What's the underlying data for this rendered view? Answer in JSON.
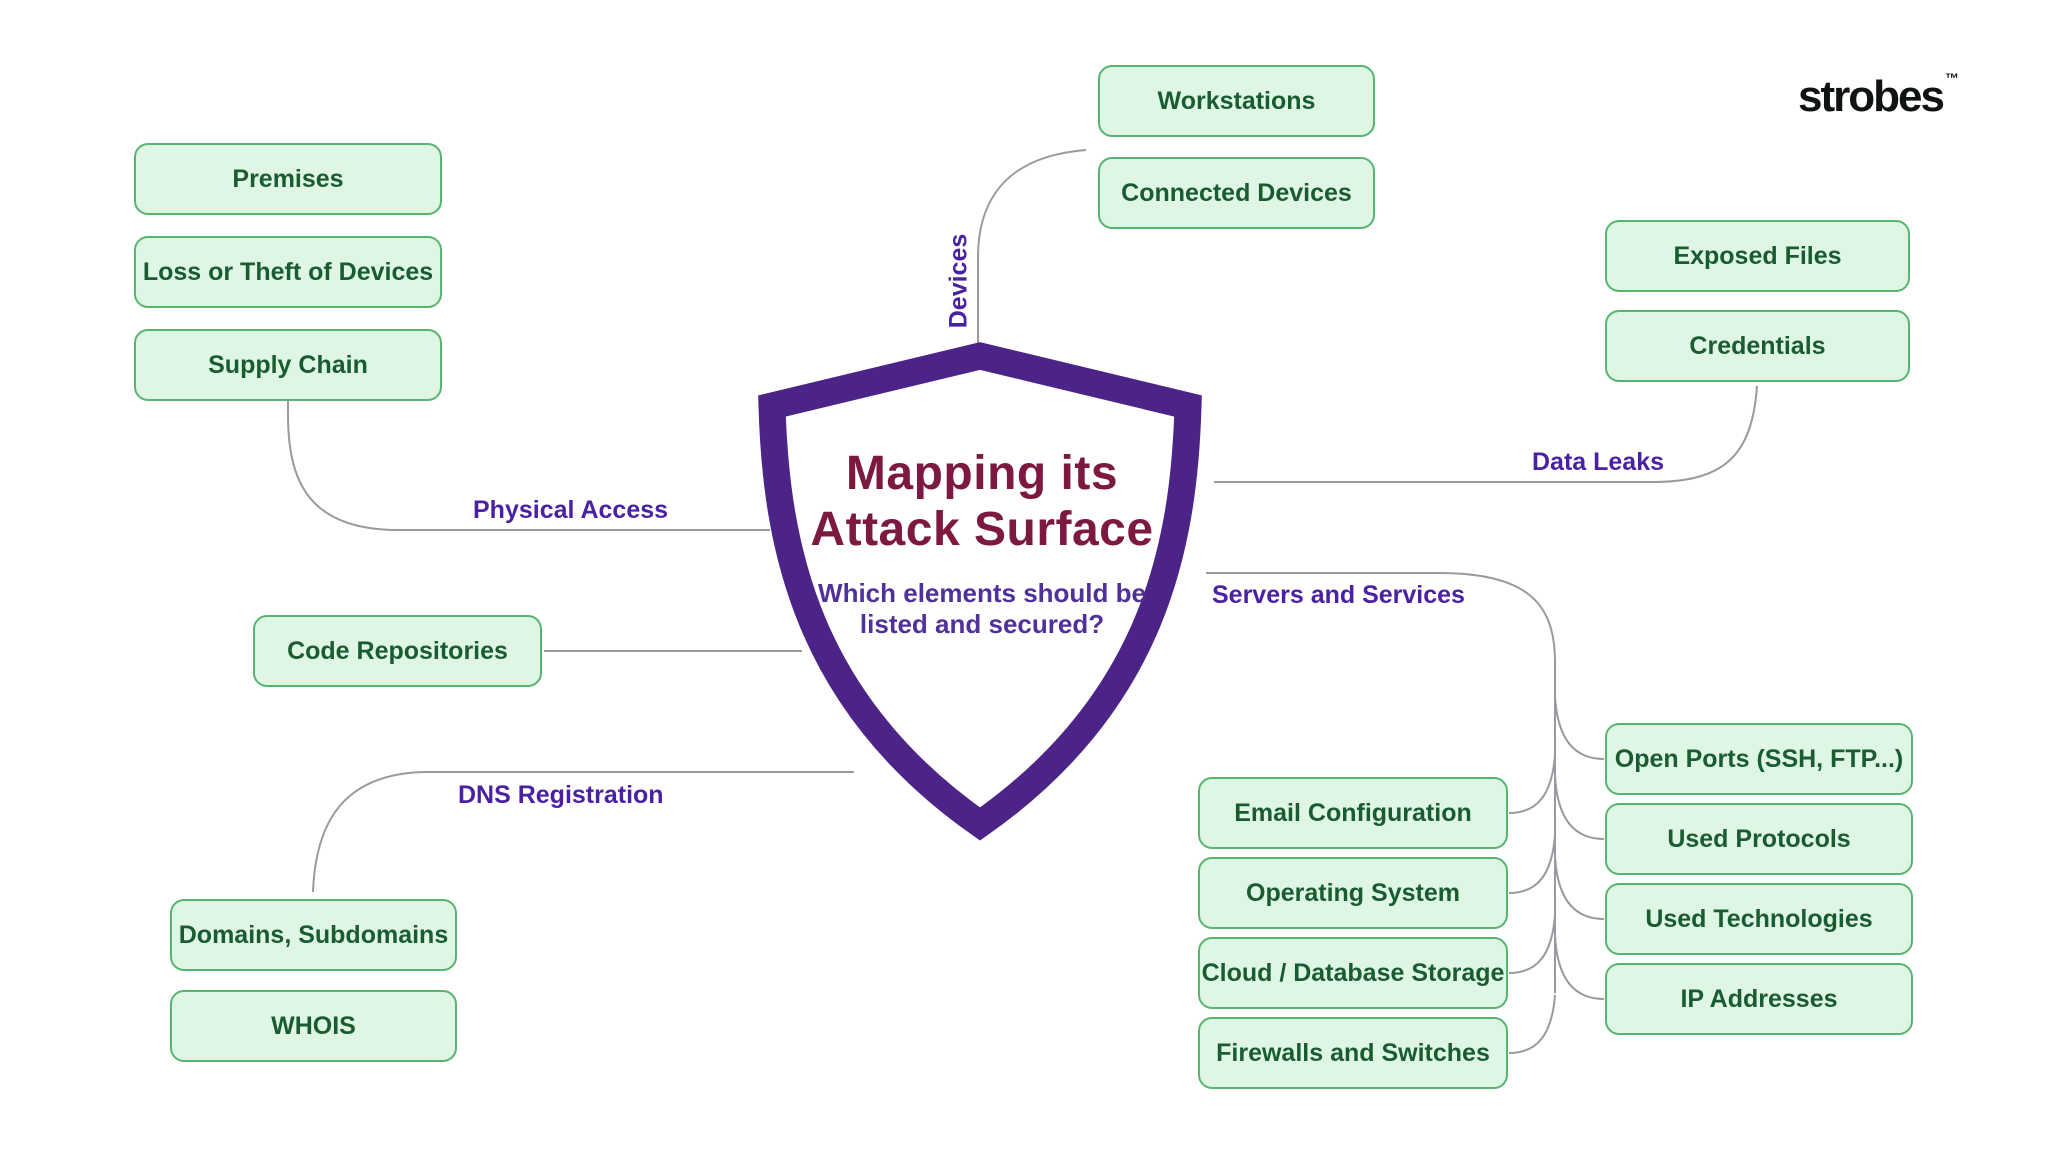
{
  "logo": {
    "text": "strobes",
    "trademark": "™"
  },
  "shield": {
    "title_line1": "Mapping its",
    "title_line2": "Attack Surface",
    "subtitle_line1": "Which elements should be",
    "subtitle_line2": "listed and secured?"
  },
  "branches": [
    {
      "label": "Devices",
      "items": [
        "Workstations",
        "Connected Devices"
      ]
    },
    {
      "label": "Data Leaks",
      "items": [
        "Exposed Files",
        "Credentials"
      ]
    },
    {
      "label": "Physical Access",
      "items": [
        "Premises",
        "Loss or Theft of Devices",
        "Supply Chain"
      ]
    },
    {
      "label": "",
      "items": [
        "Code Repositories"
      ]
    },
    {
      "label": "DNS Registration",
      "items": [
        "Domains, Subdomains",
        "WHOIS"
      ]
    },
    {
      "label": "Servers and Services",
      "items": [
        "Email Configuration",
        "Operating System",
        "Cloud / Database Storage",
        "Firewalls and Switches"
      ],
      "sub_items": [
        "Open Ports (SSH, FTP...)",
        "Used Protocols",
        "Used Technologies",
        "IP Addresses"
      ]
    }
  ],
  "colors": {
    "shield_border": "#4c2387",
    "title": "#7d1940",
    "subtitle": "#50309a",
    "branch_label": "#4b21a3",
    "node_fill": "#def6e3",
    "node_border": "#57b571",
    "node_text": "#195c31",
    "connector": "#9b98a0",
    "logo": "#101410",
    "background": "#ffffff"
  }
}
